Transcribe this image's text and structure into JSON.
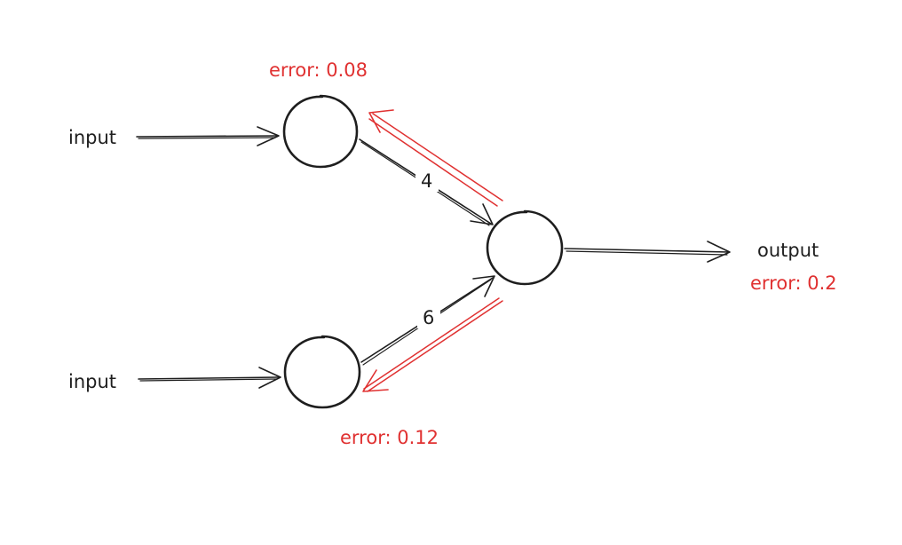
{
  "diagram": {
    "input_labels": [
      "input",
      "input"
    ],
    "output_label": "output",
    "weights": [
      "4",
      "6"
    ],
    "errors": {
      "output": "error: 0.2",
      "hidden_top": "error: 0.08",
      "hidden_bottom": "error: 0.12"
    },
    "colors": {
      "ink": "#1e1e1e",
      "error": "#e03131",
      "background": "#ffffff"
    }
  }
}
